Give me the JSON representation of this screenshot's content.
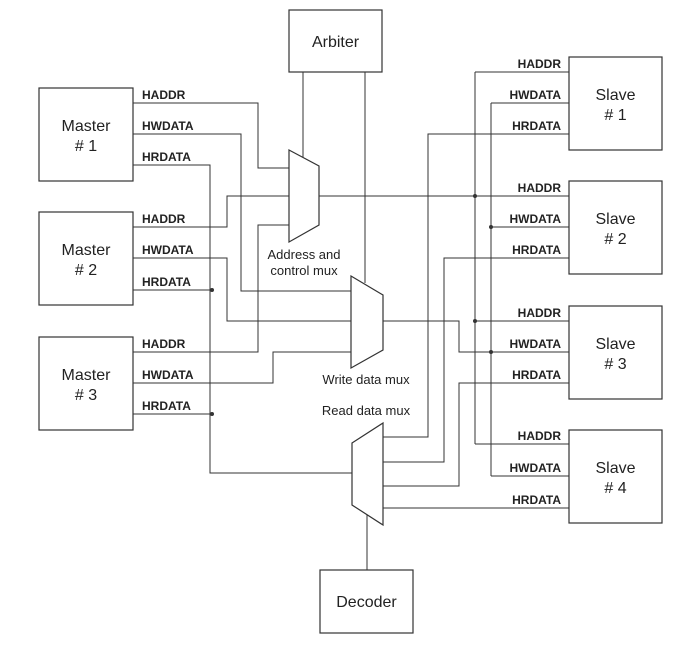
{
  "blocks": {
    "arbiter": "Arbiter",
    "decoder": "Decoder",
    "master1": {
      "line1": "Master",
      "line2": "# 1"
    },
    "master2": {
      "line1": "Master",
      "line2": "# 2"
    },
    "master3": {
      "line1": "Master",
      "line2": "# 3"
    },
    "slave1": {
      "line1": "Slave",
      "line2": "# 1"
    },
    "slave2": {
      "line1": "Slave",
      "line2": "# 2"
    },
    "slave3": {
      "line1": "Slave",
      "line2": "# 3"
    },
    "slave4": {
      "line1": "Slave",
      "line2": "# 4"
    }
  },
  "signals": {
    "haddr": "HADDR",
    "hwdata": "HWDATA",
    "hrdata": "HRDATA"
  },
  "muxes": {
    "address_line1": "Address and",
    "address_line2": "control mux",
    "write": "Write data mux",
    "read": "Read data mux"
  },
  "colors": {
    "line": "#333333",
    "text": "#222222",
    "background": "#ffffff"
  }
}
